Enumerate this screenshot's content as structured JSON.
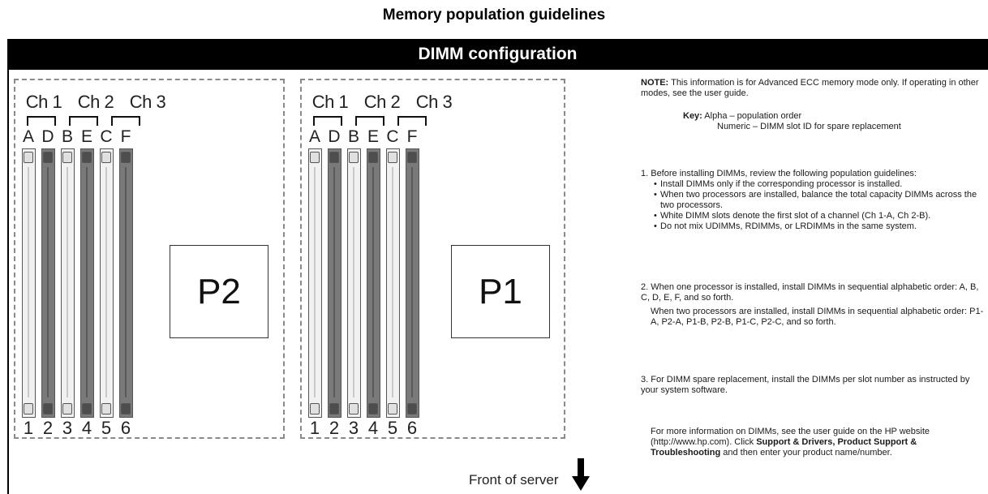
{
  "title": "Memory population guidelines",
  "header": "DIMM configuration",
  "channels": [
    "Ch 1",
    "Ch 2",
    "Ch 3"
  ],
  "slot_letters": [
    "A",
    "D",
    "B",
    "E",
    "C",
    "F"
  ],
  "slot_numbers": [
    "1",
    "2",
    "3",
    "4",
    "5",
    "6"
  ],
  "slot_colors": {
    "white": "#f1f1f1",
    "gray": "#7a7a7a"
  },
  "processors": {
    "left": "P2",
    "right": "P1"
  },
  "front_label": "Front of server",
  "notes": {
    "note_label": "NOTE:",
    "note_text": "This information is for Advanced ECC memory mode only. If operating in other modes, see the user guide.",
    "key_label": "Key:",
    "key_alpha": "Alpha – population order",
    "key_numeric": "Numeric – DIMM slot ID for spare replacement",
    "item1": "1. Before installing DIMMs, review the following population guidelines:",
    "item1_bullets": [
      "Install DIMMs only if the corresponding processor is installed.",
      "When two processors are installed, balance the total capacity DIMMs across the two processors.",
      "White DIMM slots denote the first slot of a channel (Ch 1-A, Ch 2-B).",
      "Do not mix UDIMMs, RDIMMs, or LRDIMMs in the same system."
    ],
    "item2": "2. When one processor is installed, install DIMMs in sequential alphabetic order: A, B, C, D, E, F, and so forth.",
    "item2_sub": "When two processors are installed, install DIMMs in sequential alphabetic order: P1-A, P2-A, P1-B, P2-B, P1-C, P2-C, and so forth.",
    "item3": "3. For DIMM spare replacement, install the DIMMs per slot number as instructed by your system software.",
    "more_prefix": "For more information on DIMMs, see the user guide on the HP website (http://www.hp.com). Click ",
    "more_bold1": "Support & Drivers, Product Support & Troubleshooting",
    "more_suffix": " and then enter your product name/number."
  }
}
